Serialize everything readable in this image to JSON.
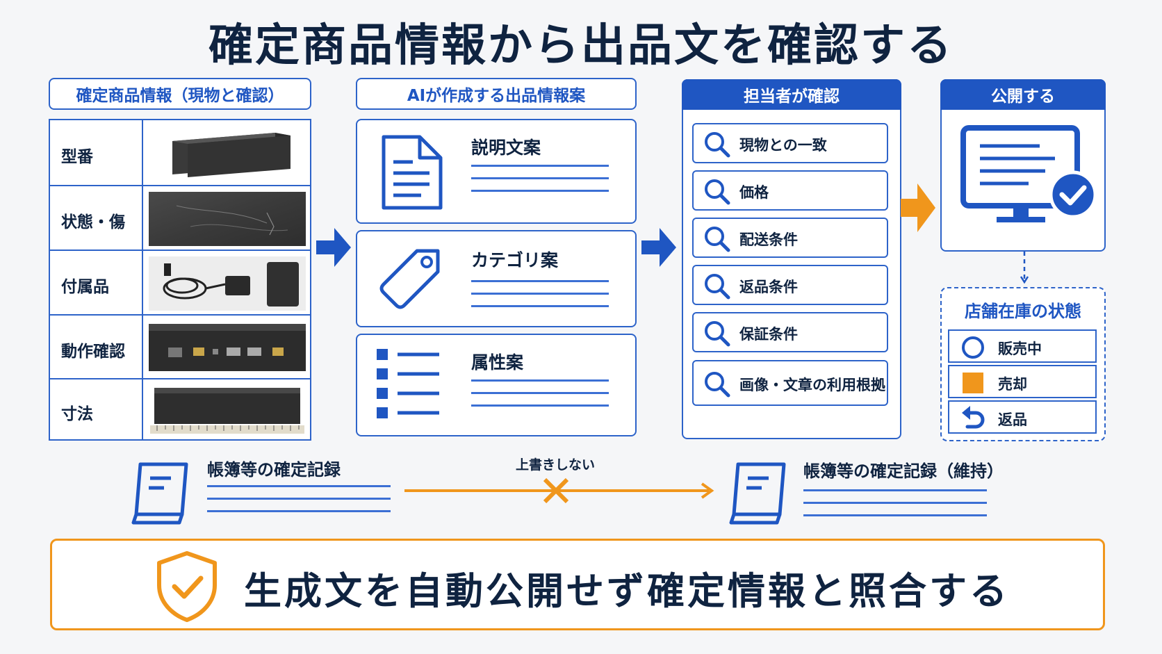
{
  "title": "確定商品情報から出品文を確認する",
  "col1": {
    "header": "確定商品情報（現物と確認）",
    "rows": [
      {
        "label": "型番"
      },
      {
        "label": "状態・傷"
      },
      {
        "label": "付属品"
      },
      {
        "label": "動作確認"
      },
      {
        "label": "寸法"
      }
    ]
  },
  "col2": {
    "header": "AIが作成する出品情報案",
    "cards": [
      {
        "label": "説明文案",
        "icon": "document-icon"
      },
      {
        "label": "カテゴリ案",
        "icon": "tag-icon"
      },
      {
        "label": "属性案",
        "icon": "list-icon"
      }
    ]
  },
  "col3": {
    "header": "担当者が確認",
    "items": [
      "現物との一致",
      "価格",
      "配送条件",
      "返品条件",
      "保証条件",
      "画像・文章の利用根拠"
    ]
  },
  "col4": {
    "header": "公開する",
    "inventory_title": "店舗在庫の状態",
    "inventory": [
      "販売中",
      "売却",
      "返品"
    ]
  },
  "ledger": {
    "left_label": "帳簿等の確定記録",
    "right_label": "帳簿等の確定記録（維持）",
    "connector_label": "上書きしない"
  },
  "banner": {
    "text": "生成文を自動公開せず確定情報と照合する"
  },
  "colors": {
    "blue": "#1f56c2",
    "orange": "#f0961c",
    "navy": "#0f2340"
  }
}
